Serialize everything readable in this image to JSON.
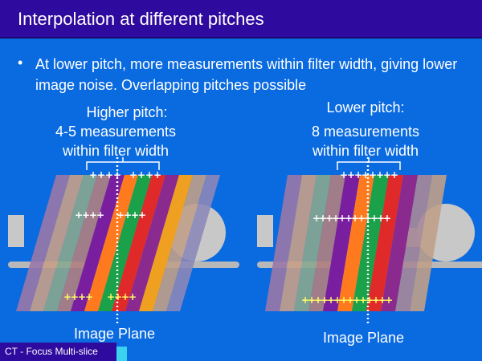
{
  "title": "Interpolation at different pitches",
  "bullet": "At lower pitch, more measurements within filter width, giving lower image noise. Overlapping pitches possible",
  "bullet_symbol": "•",
  "left_panel": {
    "caption_line1": "Higher pitch:",
    "caption_line2": "4-5 measurements",
    "caption_line3": "within filter width",
    "plane_label": "Image Plane"
  },
  "right_panel": {
    "caption_line1": "Lower pitch:",
    "caption_line2": "8 measurements",
    "caption_line3": "within filter width",
    "plane_label": "Image Plane"
  },
  "footer": "CT - Focus Multi-slice",
  "colors": {
    "title_bar": "#2e0a9e",
    "background": "#0a6ae0",
    "footer_accent": "#3bd2f0"
  }
}
